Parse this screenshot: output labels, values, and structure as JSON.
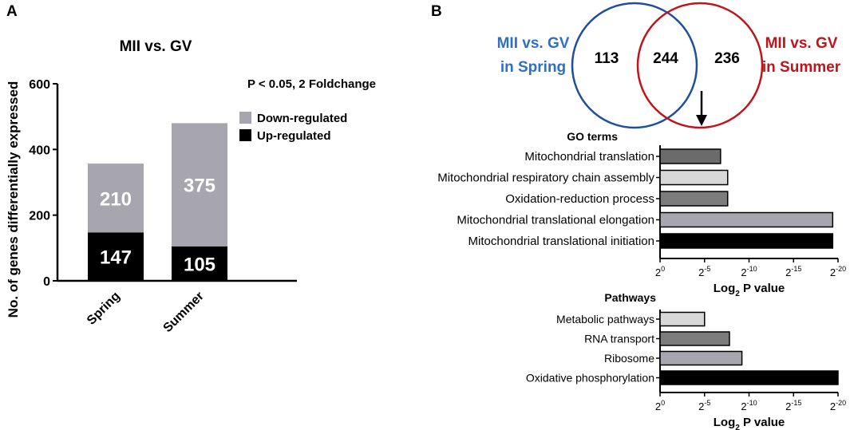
{
  "panel_a": {
    "letter": "A",
    "title": "MII vs. GV",
    "threshold_note": "P < 0.05, 2 Foldchange",
    "ylabel": "No. of genes differentially expressed"
  },
  "panel_b": {
    "letter": "B",
    "venn": {
      "left_label_line1": "MII vs. GV",
      "left_label_line2": "in Spring",
      "right_label_line1": "MII vs. GV",
      "right_label_line2": "in Summer",
      "left_only": "113",
      "overlap": "244",
      "right_only": "236"
    },
    "go_heading": "GO terms",
    "pathways_heading": "Pathways"
  },
  "colors": {
    "down": "#a7a6ae",
    "up": "#000000",
    "spring_circle": "#1f4e9c",
    "summer_circle": "#c0141b",
    "spring_text": "#2f6fc4",
    "summer_text": "#c0141b"
  },
  "chart_data": [
    {
      "type": "bar",
      "title": "MII vs. GV",
      "ylabel": "No. of genes differentially expressed",
      "ylim": [
        0,
        600
      ],
      "yticks": [
        "0",
        "200",
        "400",
        "600"
      ],
      "categories": [
        "Spring",
        "Summer"
      ],
      "stacked": true,
      "legend_placement": "top-right",
      "series": [
        {
          "name": "Up-regulated",
          "values": [
            147,
            105
          ],
          "color": "#000000",
          "labels": [
            "147",
            "105"
          ]
        },
        {
          "name": "Down-regulated",
          "values": [
            210,
            375
          ],
          "color": "#a7a6ae",
          "labels": [
            "210",
            "375"
          ]
        }
      ]
    },
    {
      "type": "bar",
      "orientation": "horizontal",
      "title": "GO terms",
      "xlabel_main": "Log",
      "xlabel_sub": "2",
      "xlabel_tail": " P value",
      "xlim": [
        0,
        20
      ],
      "xticks": [
        {
          "base": "2",
          "exp": "0"
        },
        {
          "base": "2",
          "exp": "-5"
        },
        {
          "base": "2",
          "exp": "-10"
        },
        {
          "base": "2",
          "exp": "-15"
        },
        {
          "base": "2",
          "exp": "-20"
        }
      ],
      "categories": [
        "Mitochondrial translation",
        "Mitochondrial respiratory chain assembly",
        "Oxidation-reduction process",
        "Mitochondrial translational elongation",
        "Mitochondrial translational initiation"
      ],
      "values": [
        6.8,
        7.6,
        7.6,
        19.4,
        19.4
      ],
      "colors": [
        "#6b6b6b",
        "#d8d8d8",
        "#7c7c7c",
        "#a7a6ae",
        "#000000"
      ]
    },
    {
      "type": "bar",
      "orientation": "horizontal",
      "title": "Pathways",
      "xlabel_main": "Log",
      "xlabel_sub": "2",
      "xlabel_tail": " P value",
      "xlim": [
        0,
        20
      ],
      "xticks": [
        {
          "base": "2",
          "exp": "0"
        },
        {
          "base": "2",
          "exp": "-5"
        },
        {
          "base": "2",
          "exp": "-10"
        },
        {
          "base": "2",
          "exp": "-15"
        },
        {
          "base": "2",
          "exp": "-20"
        }
      ],
      "categories": [
        "Metabolic pathways",
        "RNA transport",
        "Ribosome",
        "Oxidative phosphorylation"
      ],
      "values": [
        5.0,
        7.8,
        9.2,
        20.0
      ],
      "colors": [
        "#d8d8d8",
        "#7c7c7c",
        "#a7a6ae",
        "#000000"
      ]
    }
  ]
}
